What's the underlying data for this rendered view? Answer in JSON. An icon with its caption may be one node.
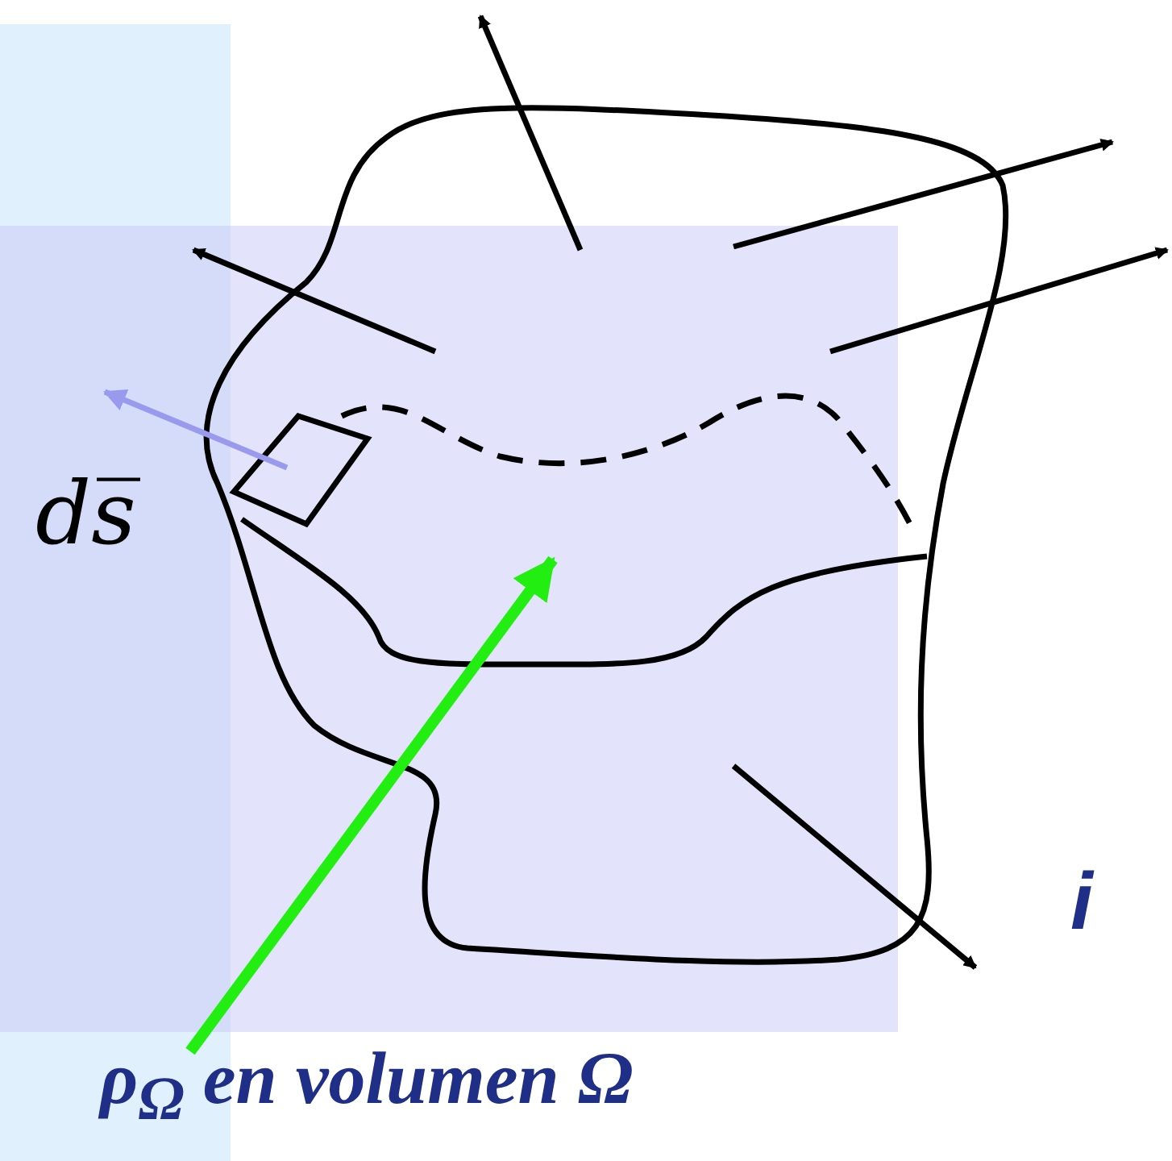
{
  "diagram": {
    "nodes": [
      {
        "text": [
          "ρ$_{Ω}$ en volumen Ω"
        ]
      },
      {
        "text": [],
        "shape": "picture"
      }
    ],
    "edges": [
      {
        "from": 0,
        "to": 1,
        "arrow": "to",
        "color": "#22ee11"
      }
    ],
    "labels": [
      "ds̅",
      "i"
    ]
  }
}
